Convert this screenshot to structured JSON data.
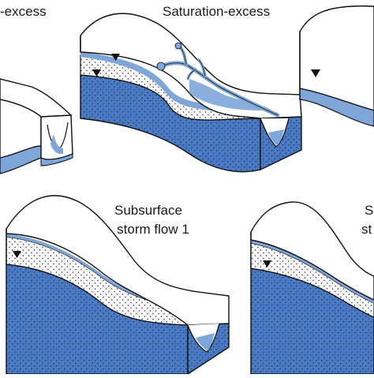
{
  "panels": {
    "top_left": {
      "label": "-excess"
    },
    "top_center": {
      "label": "Saturation-excess"
    },
    "bottom_center": {
      "label_line1": "Subsurface",
      "label_line2": "storm flow 1"
    },
    "bottom_right": {
      "label_line1": "S",
      "label_line2": "st"
    }
  },
  "colors": {
    "water": "#7ea6d8",
    "saturated_zone": "#4a7bc4",
    "unsaturated_zone": "#f8f8f8",
    "surface": "#ffffff",
    "outline": "#111111",
    "stipple": "#1b2f52"
  }
}
